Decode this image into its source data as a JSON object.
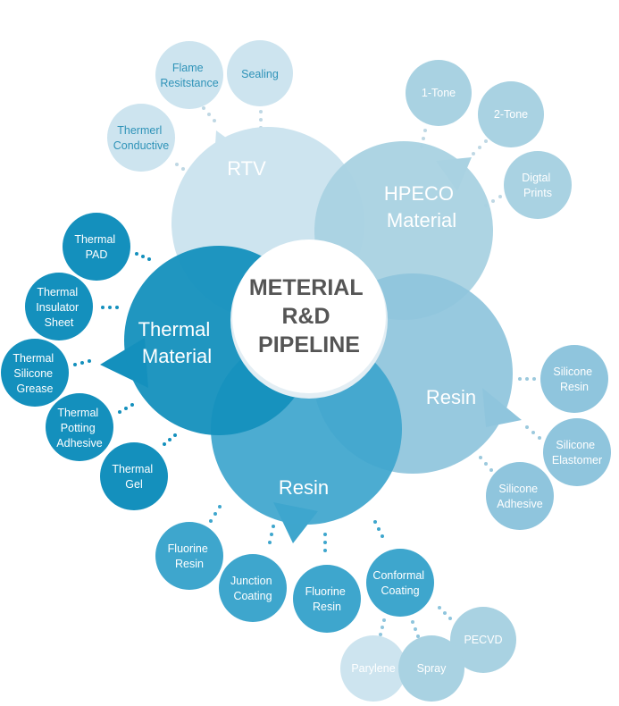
{
  "center": {
    "lines": [
      "METERIAL",
      "R&D",
      "PIPELINE"
    ]
  },
  "branches": {
    "rtv": {
      "lines": [
        "RTV"
      ],
      "color": "#cde4ef"
    },
    "hpeco": {
      "lines": [
        "HPECO",
        "Material"
      ],
      "color": "#a9d2e2"
    },
    "resin_right": {
      "lines": [
        "Resin"
      ],
      "color": "#8fc5dd"
    },
    "resin_bottom": {
      "lines": [
        "Resin"
      ],
      "color": "#3ea6cd"
    },
    "thermal": {
      "lines": [
        "Thermal",
        "Material"
      ],
      "color": "#1490bd"
    }
  },
  "leaves": {
    "flame": {
      "lines": [
        "Flame",
        "Resitstance"
      ]
    },
    "sealing": {
      "lines": [
        "Sealing"
      ]
    },
    "thermerl": {
      "lines": [
        "Thermerl",
        "Conductive"
      ]
    },
    "tone1": {
      "lines": [
        "1-Tone"
      ]
    },
    "tone2": {
      "lines": [
        "2-Tone"
      ]
    },
    "digtal": {
      "lines": [
        "Digtal",
        "Prints"
      ]
    },
    "silicone_resin": {
      "lines": [
        "Silicone",
        "Resin"
      ]
    },
    "silicone_elastomer": {
      "lines": [
        "Silicone",
        "Elastomer"
      ]
    },
    "silicone_adhesive": {
      "lines": [
        "Silicone",
        "Adhesive"
      ]
    },
    "thermal_pad": {
      "lines": [
        "Thermal",
        "PAD"
      ]
    },
    "thermal_insulator": {
      "lines": [
        "Thermal",
        "Insulator",
        "Sheet"
      ]
    },
    "thermal_grease": {
      "lines": [
        "Thermal",
        "Silicone",
        "Grease"
      ]
    },
    "thermal_potting": {
      "lines": [
        "Thermal",
        "Potting",
        "Adhesive"
      ]
    },
    "thermal_gel": {
      "lines": [
        "Thermal",
        "Gel"
      ]
    },
    "fluorine_resin_1": {
      "lines": [
        "Fluorine",
        "Resin"
      ]
    },
    "junction_coating": {
      "lines": [
        "Junction",
        "Coating"
      ]
    },
    "fluorine_resin_2": {
      "lines": [
        "Fluorine",
        "Resin"
      ]
    },
    "conformal_coating": {
      "lines": [
        "Conformal",
        "Coating"
      ]
    },
    "pecvd": {
      "lines": [
        "PECVD"
      ]
    },
    "parylene": {
      "lines": [
        "Parylene"
      ]
    },
    "spray": {
      "lines": [
        "Spray"
      ]
    }
  }
}
